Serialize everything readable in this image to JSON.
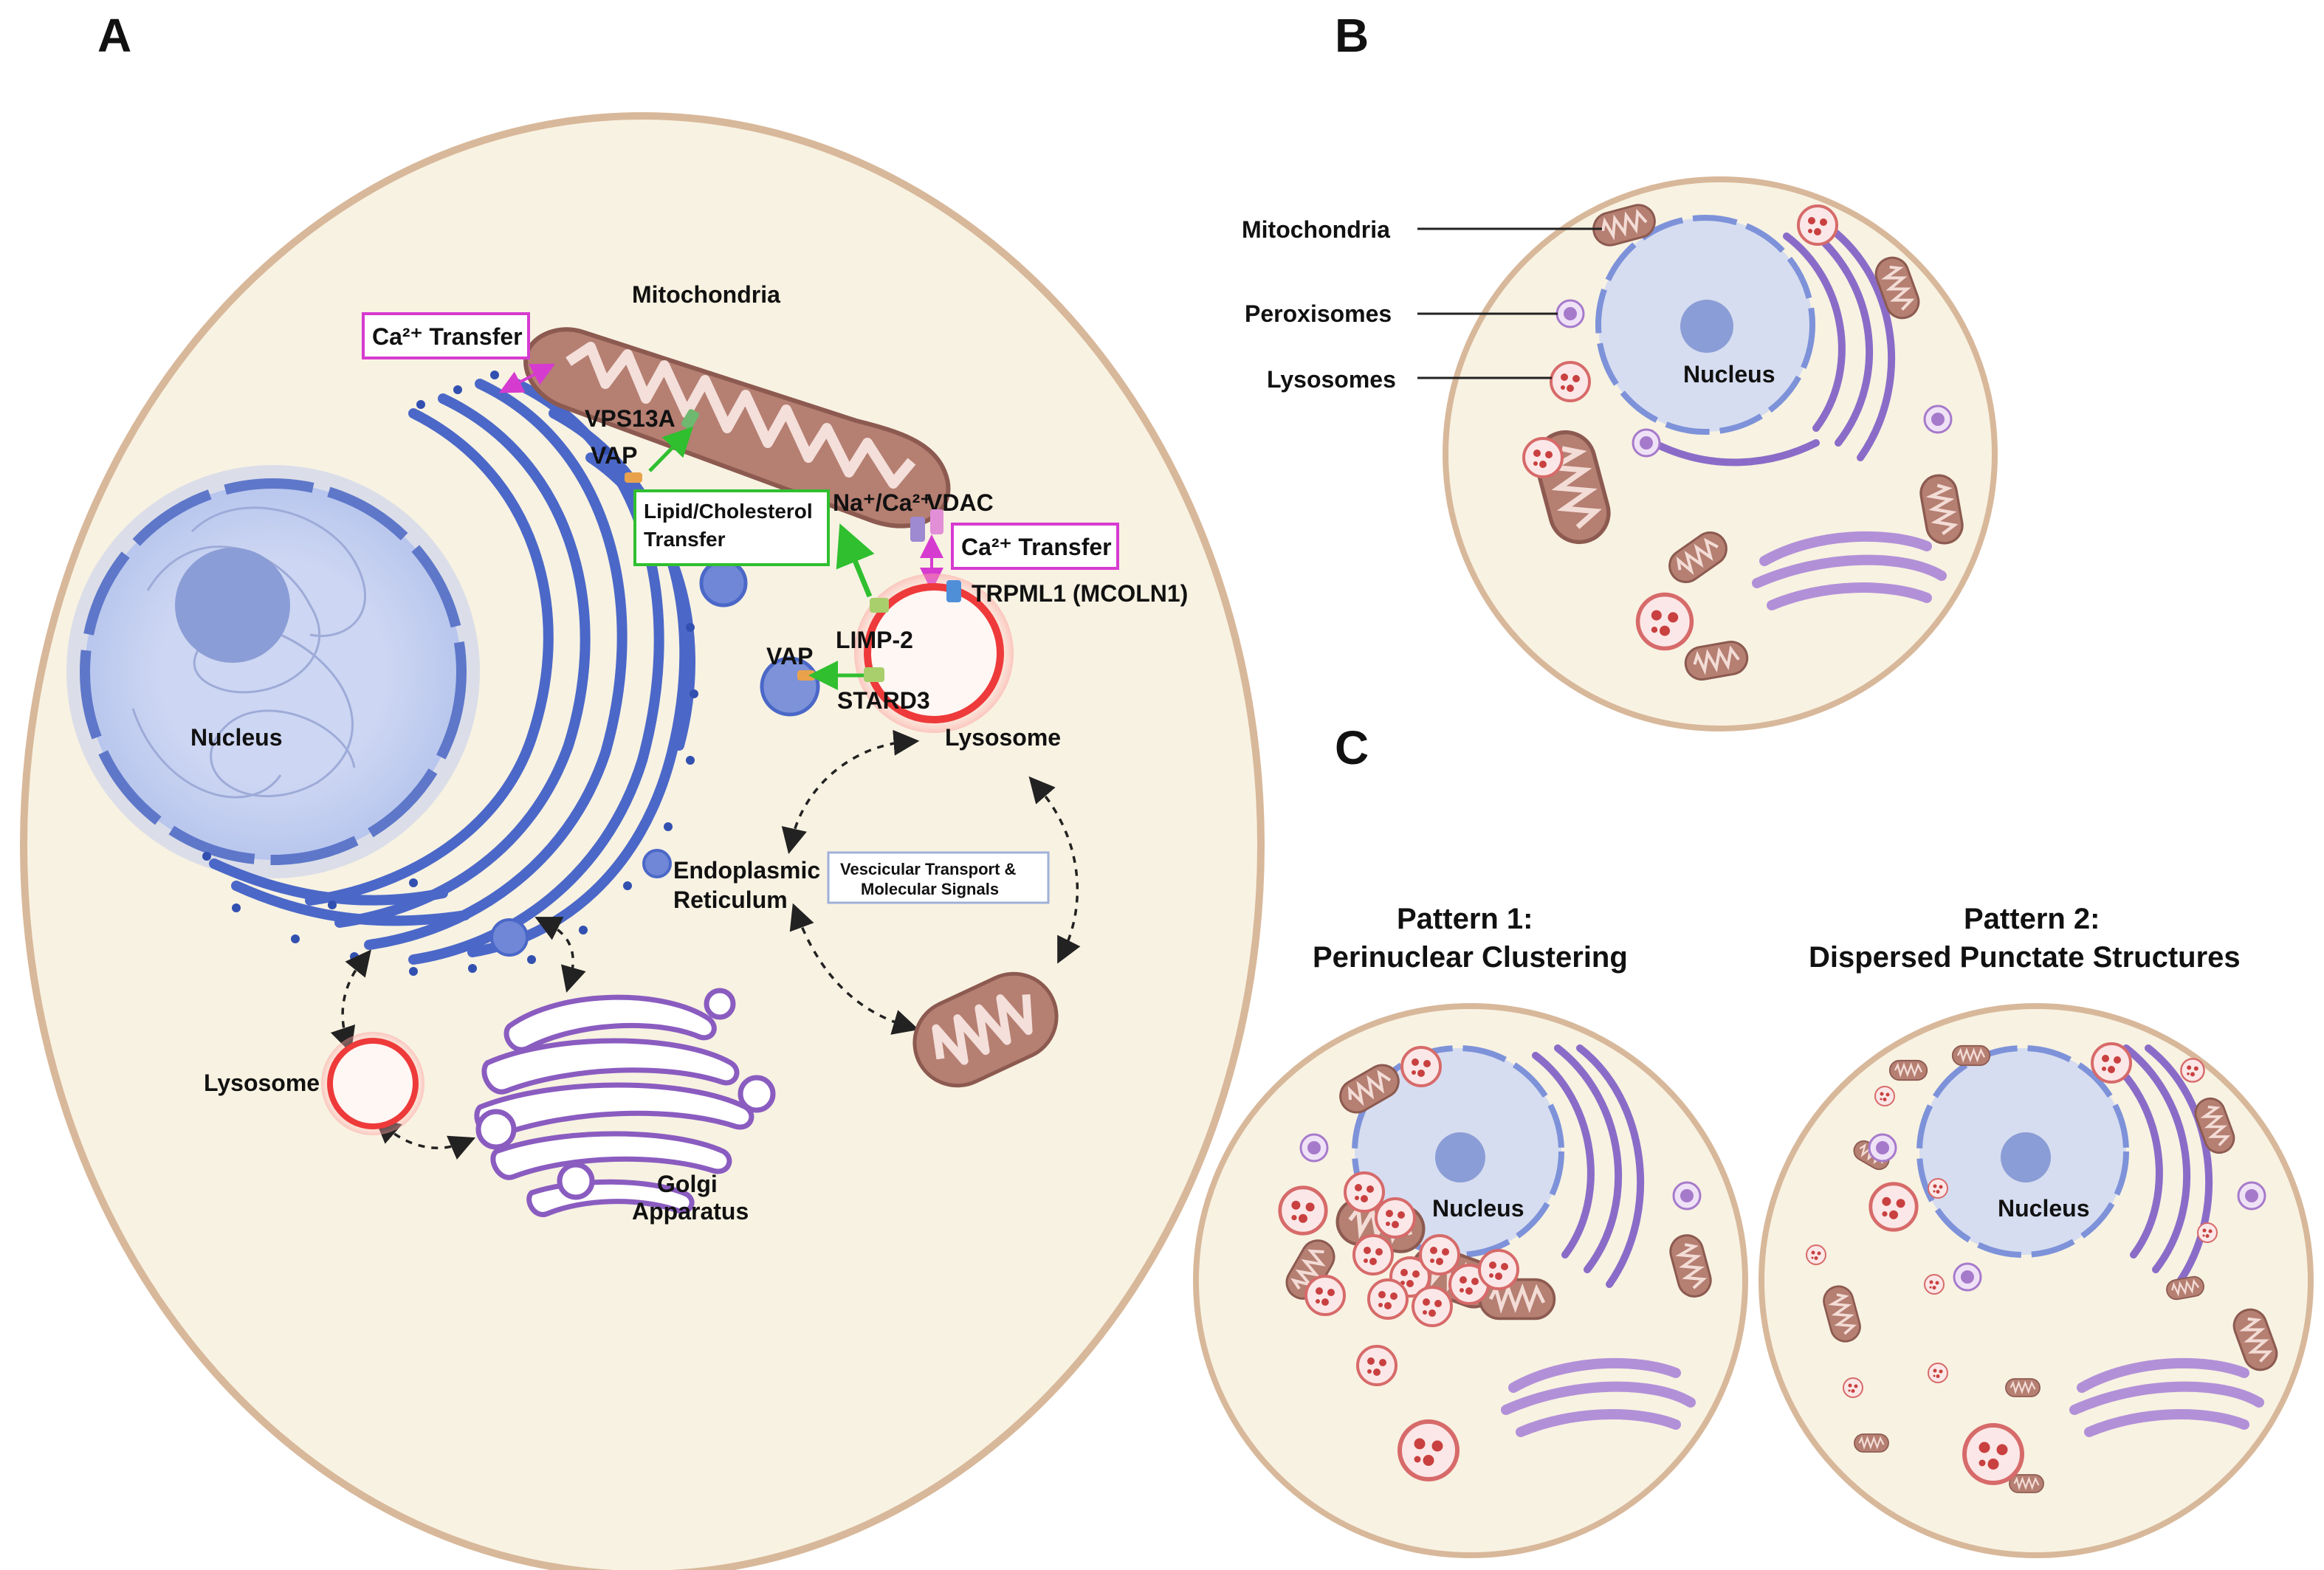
{
  "panels": {
    "a": "A",
    "b": "B",
    "c": "C"
  },
  "panel_a": {
    "mitochondria": "Mitochondria",
    "ca_transfer_top": "Ca²⁺ Transfer",
    "ca_transfer_right": "Ca²⁺ Transfer",
    "vps13a": "VPS13A",
    "vap_top": "VAP",
    "lipid_line1": "Lipid/Cholesterol",
    "lipid_line2": "Transfer",
    "na_ca": "Na⁺/Ca²⁺",
    "vdac": "VDAC",
    "trpml1": "TRPML1 (MCOLN1)",
    "limp2": "LIMP-2",
    "vap_mid": "VAP",
    "stard3": "STARD3",
    "lysosome_right": "Lysosome",
    "nucleus": "Nucleus",
    "er_line1": "Endoplasmic",
    "er_line2": "Reticulum",
    "vesic_line1": "Vescicular Transport &",
    "vesic_line2": "Molecular Signals",
    "lysosome_left": "Lysosome",
    "golgi_line1": "Golgi",
    "golgi_line2": "Apparatus"
  },
  "panel_b": {
    "mitochondria": "Mitochondria",
    "peroxisomes": "Peroxisomes",
    "lysosomes": "Lysosomes",
    "nucleus": "Nucleus"
  },
  "panel_c": {
    "pattern1_line1": "Pattern 1:",
    "pattern1_line2": "Perinuclear Clustering",
    "pattern2_line1": "Pattern 2:",
    "pattern2_line2": "Dispersed Punctate Structures",
    "nucleus1": "Nucleus",
    "nucleus2": "Nucleus"
  },
  "colors": {
    "cell_fill": "#f8f2e2",
    "cell_border": "#d8b89a",
    "nucleus_fill": "#d6ddf0",
    "er_blue": "#4b68c8",
    "mito_fill": "#b57f72",
    "lysosome_red": "#ee3a3a",
    "golgi_purple": "#8a5cc0",
    "arrow_green": "#2fbf2f",
    "arrow_magenta": "#d63bd0"
  }
}
